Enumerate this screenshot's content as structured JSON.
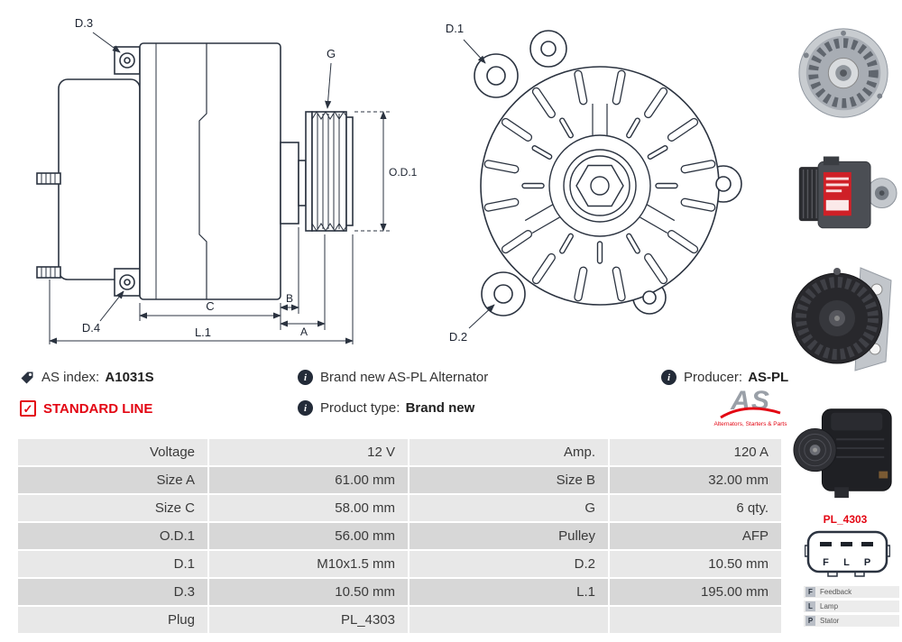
{
  "colors": {
    "accent_red": "#e30613",
    "drawing_line": "#2b3340"
  },
  "header": {
    "as_index": {
      "icon": "tag-icon",
      "label": "AS index:",
      "value": "A1031S"
    },
    "brand_new": {
      "icon": "info-icon",
      "glyph": "i",
      "text": "Brand new AS-PL Alternator"
    },
    "producer": {
      "icon": "info-icon",
      "glyph": "i",
      "label": "Producer:",
      "value": "AS-PL"
    },
    "standard_line": {
      "icon": "checkbox-checked-icon",
      "glyph": "✓",
      "text": "STANDARD LINE"
    },
    "product_type": {
      "icon": "info-icon",
      "glyph": "i",
      "label": "Product type:",
      "value": "Brand new"
    },
    "logo": {
      "text": "AS",
      "tagline": "Alternators, Starters & Parts"
    }
  },
  "diagram": {
    "side_view": {
      "d3": "D.3",
      "g": "G",
      "od1": "O.D.1",
      "d4": "D.4",
      "c": "C",
      "b": "B",
      "a": "A",
      "l1": "L.1"
    },
    "front_view": {
      "d1": "D.1",
      "d2": "D.2"
    }
  },
  "plug": {
    "code": "PL_4303",
    "pins": [
      "F",
      "L",
      "P"
    ],
    "legend": [
      {
        "pin": "F",
        "desc": "Feedback"
      },
      {
        "pin": "L",
        "desc": "Lamp"
      },
      {
        "pin": "P",
        "desc": "Stator"
      }
    ]
  },
  "spec_table": {
    "rows": [
      {
        "l1": "Voltage",
        "v1": "12 V",
        "l2": "Amp.",
        "v2": "120 A"
      },
      {
        "l1": "Size A",
        "v1": "61.00 mm",
        "l2": "Size B",
        "v2": "32.00 mm"
      },
      {
        "l1": "Size C",
        "v1": "58.00 mm",
        "l2": "G",
        "v2": "6 qty."
      },
      {
        "l1": "O.D.1",
        "v1": "56.00 mm",
        "l2": "Pulley",
        "v2": "AFP"
      },
      {
        "l1": "D.1",
        "v1": "M10x1.5 mm",
        "l2": "D.2",
        "v2": "10.50 mm"
      },
      {
        "l1": "D.3",
        "v1": "10.50 mm",
        "l2": "L.1",
        "v2": "195.00 mm"
      },
      {
        "l1": "Plug",
        "v1": "PL_4303",
        "l2": "",
        "v2": ""
      }
    ]
  }
}
